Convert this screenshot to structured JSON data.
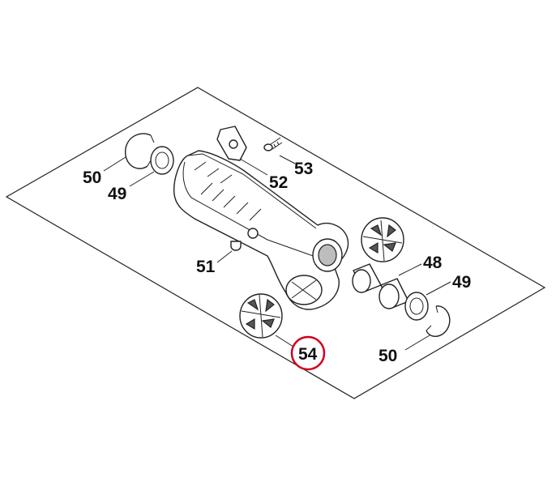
{
  "diagram": {
    "colors": {
      "line": "#222222",
      "highlight": "#d0021b",
      "text": "#111111"
    },
    "callouts": [
      {
        "id": "c50a",
        "label": "50"
      },
      {
        "id": "c49a",
        "label": "49"
      },
      {
        "id": "c52",
        "label": "52"
      },
      {
        "id": "c53",
        "label": "53"
      },
      {
        "id": "c51",
        "label": "51"
      },
      {
        "id": "c48",
        "label": "48"
      },
      {
        "id": "c49b",
        "label": "49"
      },
      {
        "id": "c50b",
        "label": "50"
      },
      {
        "id": "c54",
        "label": "54",
        "highlighted": true
      }
    ]
  }
}
